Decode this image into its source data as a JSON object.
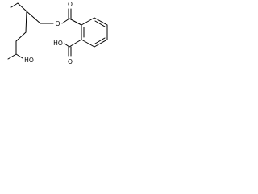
{
  "molecule": {
    "labels": {
      "ester_oxygen_carbonyl": "O",
      "ester_oxygen_link": "O",
      "acid_oxygen_carbonyl": "O",
      "acid_hydroxyl": "HO",
      "chain_hydroxyl": "HO"
    }
  },
  "colors": {
    "ink": "#000000",
    "background": "#ffffff"
  }
}
